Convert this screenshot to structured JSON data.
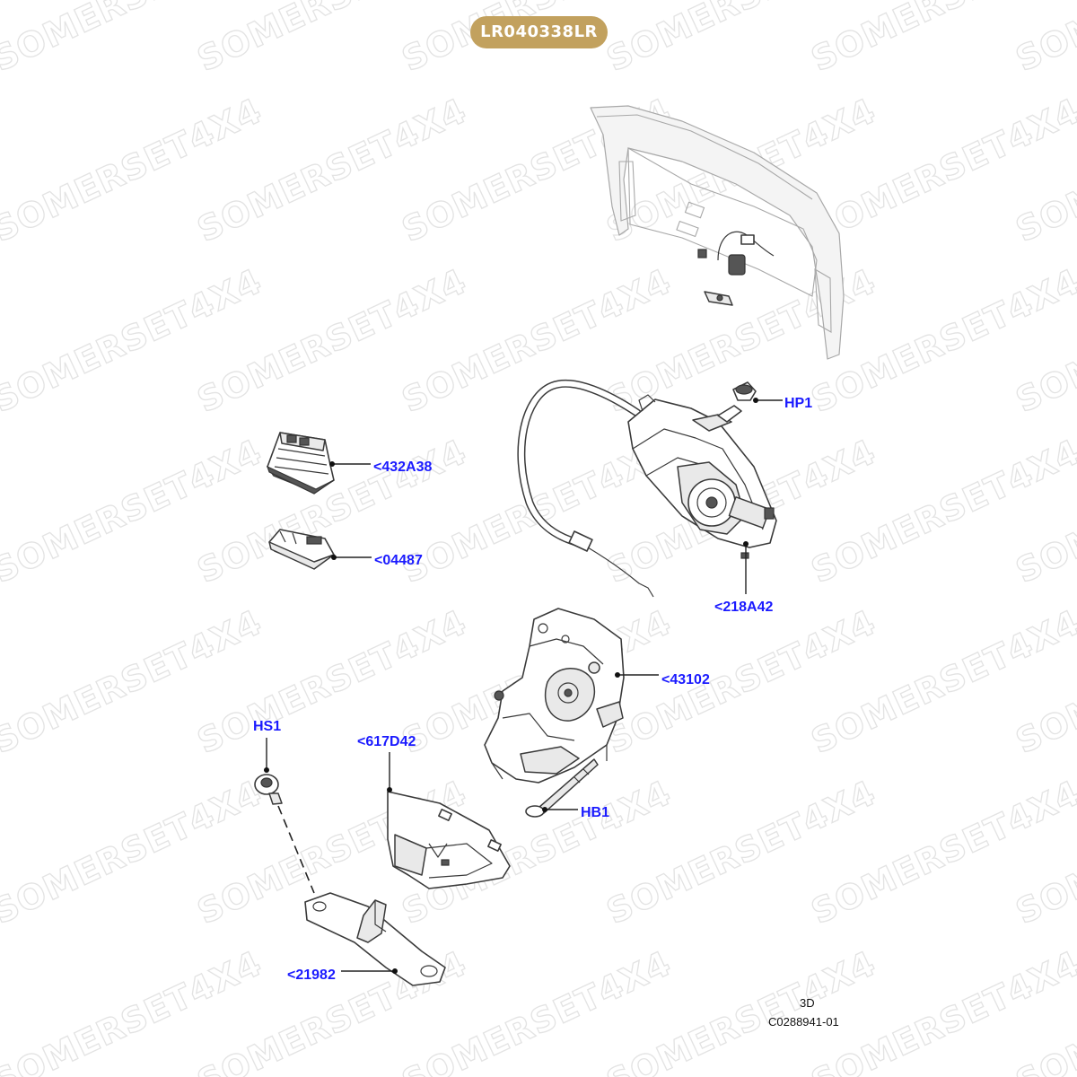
{
  "header": {
    "part_number": "LR040338LR"
  },
  "watermark": {
    "text": "SOMERSET4X4",
    "color": "#e3e3e3"
  },
  "callouts": {
    "hp1": "HP1",
    "c432a38": "<432A38",
    "c04487": "<04487",
    "c218a42": "<218A42",
    "c43102": "<43102",
    "hs1": "HS1",
    "c617d42": "<617D42",
    "hb1": "HB1",
    "c21982": "<21982"
  },
  "footer": {
    "view": "3D",
    "drawing_code": "C0288941-01"
  },
  "colors": {
    "callout": "#1a1aff",
    "badge": "#c2a15e",
    "line_art": "#3a3a3a"
  }
}
